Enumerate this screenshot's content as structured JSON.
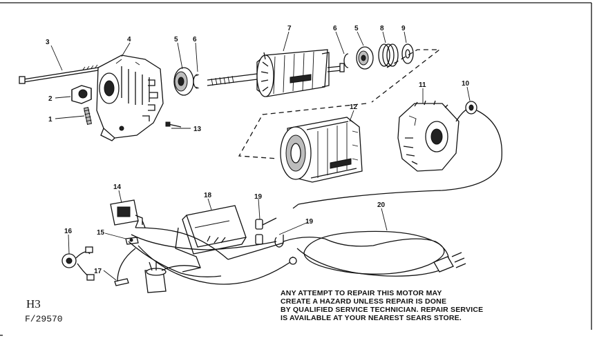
{
  "callouts": {
    "c1": "1",
    "c2": "2",
    "c3": "3",
    "c4": "4",
    "c5a": "5",
    "c5b": "5",
    "c6a": "6",
    "c6b": "6",
    "c7": "7",
    "c8": "8",
    "c9": "9",
    "c10": "10",
    "c11": "11",
    "c12": "12",
    "c13": "13",
    "c14": "14",
    "c15": "15",
    "c16": "16",
    "c17": "17",
    "c18": "18",
    "c19a": "19",
    "c19b": "19",
    "c20": "20"
  },
  "warning": [
    "ANY ATTEMPT TO REPAIR THIS MOTOR MAY",
    "CREATE A HAZARD UNLESS REPAIR IS DONE",
    "BY QUALIFIED SERVICE TECHNICIAN. REPAIR SERVICE",
    "IS AVAILABLE AT YOUR NEAREST SEARS STORE."
  ],
  "handwritten_label": "H3",
  "figure_code": "F/29570"
}
